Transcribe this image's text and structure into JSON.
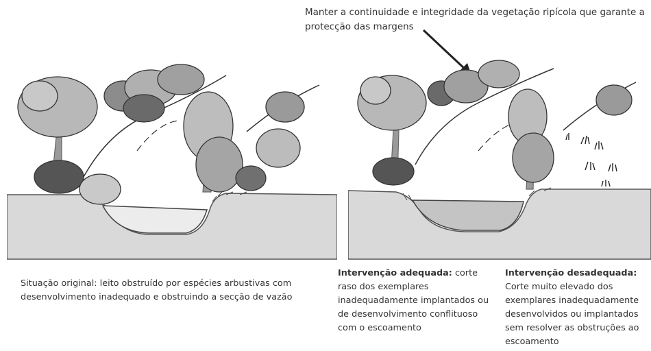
{
  "callout": {
    "text": "Manter a continuidade e integridade da vegetação ripícola que garante a protecção das margens"
  },
  "captions": {
    "left": {
      "text": "Situação original: leito obstruído  por espécies arbustivas com desenvolvimento inadequado e obstruindo a secção de vazão"
    },
    "middle": {
      "title": "Intervenção adequada:",
      "body": " corte raso dos exemplares inadequadamente implantados ou de desenvolvimento conflituoso com o escoamento"
    },
    "right": {
      "title": "Intervenção desadequada:",
      "body": " Corte muito elevado dos exemplares inadequadamente desenvolvidos ou implantados sem resolver as obstruções ao escoamento"
    }
  },
  "colors": {
    "ground": "#d9d9d9",
    "water_original": "#ececec",
    "water_adequate": "#c4c4c4",
    "foliage_light": "#b8b8b8",
    "foliage_mid": "#8c8c8c",
    "foliage_dark": "#555555",
    "trunk": "#9a9a9a",
    "ink": "#222222"
  },
  "icons": {
    "arrow": "arrow-down-right-icon"
  }
}
